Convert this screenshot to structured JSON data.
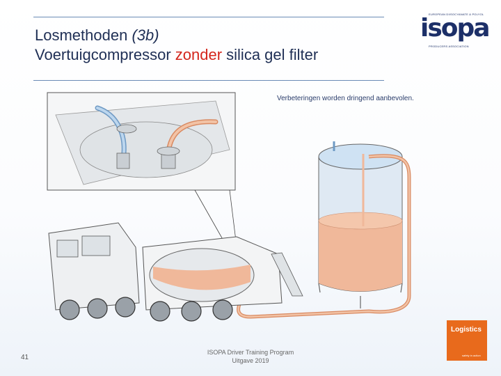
{
  "slide": {
    "title_line1_main": "Losmethoden ",
    "title_line1_em": "(3b)",
    "title_line2_before": "Voertuigcompressor ",
    "title_line2_accent": "zonder",
    "title_line2_after": " silica gel filter",
    "note": "Verbeteringen worden dringend aanbevolen.",
    "page_number": "41",
    "footer_line1": "ISOPA Driver Training Program",
    "footer_line2": "Uitgave 2019"
  },
  "logo": {
    "text": "isopa",
    "tagline_top": "EUROPEAN DIISOCYANATE & POLYOL",
    "tagline_bottom": "PRODUCERS ASSOCIATION"
  },
  "badge": {
    "label": "Logistics",
    "sub": "safety in action"
  },
  "colors": {
    "title": "#1f2f55",
    "accent": "#d4261c",
    "rule": "#6a8bb5",
    "liquid": "#f0b89a",
    "air": "#cfe2f3",
    "badge": "#e86a1c"
  },
  "icons": {
    "logo": "isopa-logo-icon",
    "illustration": "truck-compressor-unloading-illustration"
  }
}
